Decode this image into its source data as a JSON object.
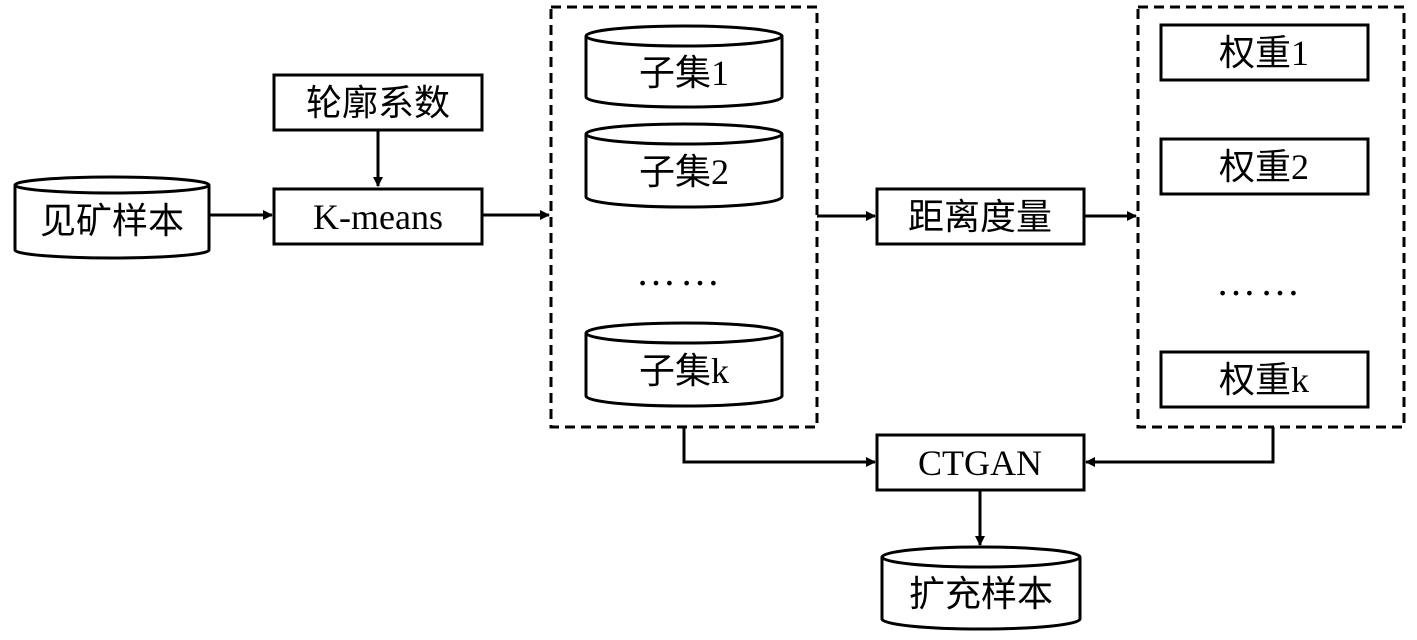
{
  "nodes": {
    "samples_in": "见矿样本",
    "silhouette": "轮廓系数",
    "kmeans": "K-means",
    "subset1": "子集1",
    "subset2": "子集2",
    "subset_dots": "……",
    "subsetk": "子集k",
    "distance": "距离度量",
    "weight1": "权重1",
    "weight2": "权重2",
    "weight_dots": "……",
    "weightk": "权重k",
    "ctgan": "CTGAN",
    "samples_out": "扩充样本"
  },
  "edges": [
    {
      "from": "silhouette",
      "to": "kmeans"
    },
    {
      "from": "samples_in",
      "to": "kmeans"
    },
    {
      "from": "kmeans",
      "to": "subsets-group"
    },
    {
      "from": "subsets-group",
      "to": "distance"
    },
    {
      "from": "distance",
      "to": "weights-group"
    },
    {
      "from": "subsets-group",
      "to": "ctgan"
    },
    {
      "from": "weights-group",
      "to": "ctgan"
    },
    {
      "from": "ctgan",
      "to": "samples_out"
    }
  ]
}
